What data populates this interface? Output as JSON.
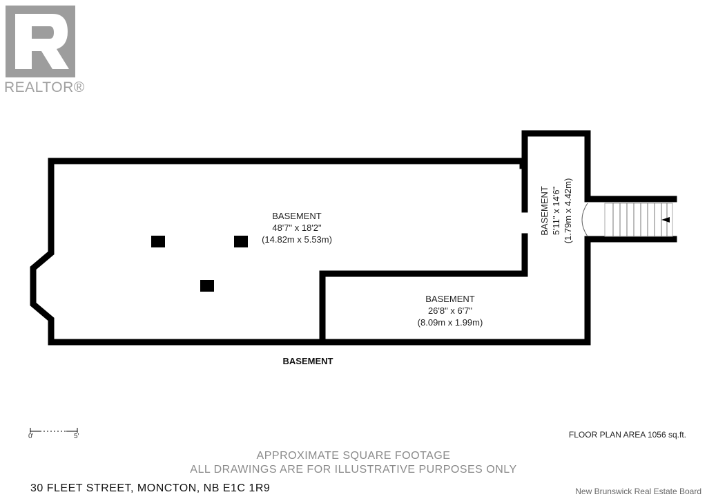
{
  "logo": {
    "icon": "realtor-r-icon",
    "wordmark": "REALTOR®",
    "color": "#9d9d9d"
  },
  "floor_plan": {
    "title": "BASEMENT",
    "rooms": [
      {
        "name": "BASEMENT",
        "dims_imperial": "48'7\" x 18'2\"",
        "dims_metric": "(14.82m x 5.53m)"
      },
      {
        "name": "BASEMENT",
        "dims_imperial": "26'8\" x 6'7\"",
        "dims_metric": "(8.09m x 1.99m)"
      },
      {
        "name": "BASEMENT",
        "dims_imperial": "5'11\" x 14'6\"",
        "dims_metric": "(1.79m x 4.42m)"
      }
    ],
    "area_note": "FLOOR PLAN AREA 1056 sq.ft.",
    "scale": {
      "start": "0'",
      "end": "5'"
    },
    "wall_color": "#000000"
  },
  "footer": {
    "disclaimer_line1": "APPROXIMATE SQUARE FOOTAGE",
    "disclaimer_line2": "ALL DRAWINGS ARE FOR ILLUSTRATIVE PURPOSES ONLY",
    "address": "30 FLEET STREET, MONCTON, NB E1C 1R9",
    "board": "New Brunswick Real Estate Board"
  }
}
